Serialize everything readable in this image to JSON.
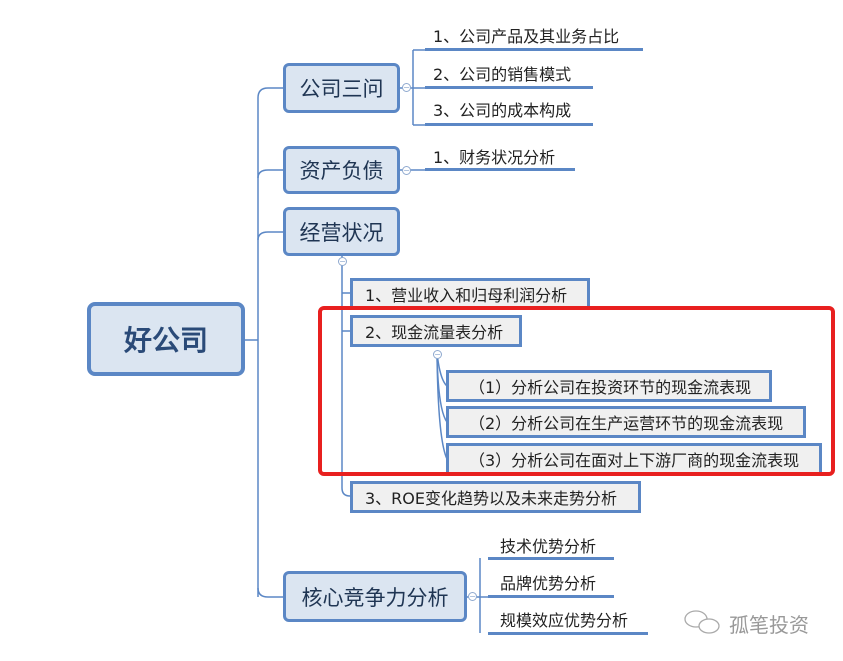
{
  "root": {
    "label": "好公司"
  },
  "branches": [
    {
      "label": "公司三问",
      "children": [
        "1、公司产品及其业务占比",
        "2、公司的销售模式",
        "3、公司的成本构成"
      ]
    },
    {
      "label": "资产负债",
      "children": [
        "1、财务状况分析"
      ]
    },
    {
      "label": "经营状况",
      "children": [
        {
          "label": "1、营业收入和归母利润分析"
        },
        {
          "label": "2、现金流量表分析",
          "children": [
            "（1）分析公司在投资环节的现金流表现",
            "（2）分析公司在生产运营环节的现金流表现",
            "（3）分析公司在面对上下游厂商的现金流表现"
          ]
        },
        {
          "label": "3、ROE变化趋势以及未来走势分析"
        }
      ]
    },
    {
      "label": "核心竞争力分析",
      "children": [
        "技术优势分析",
        "品牌优势分析",
        "规模效应优势分析"
      ]
    }
  ],
  "highlight": {
    "color": "#e8201f"
  },
  "colors": {
    "node_border": "#5b87c5",
    "node_fill": "#dbe5f1",
    "sub_fill": "#f0f0f0"
  },
  "watermark": {
    "icon": "wechat-icon",
    "text": "孤笔投资"
  }
}
